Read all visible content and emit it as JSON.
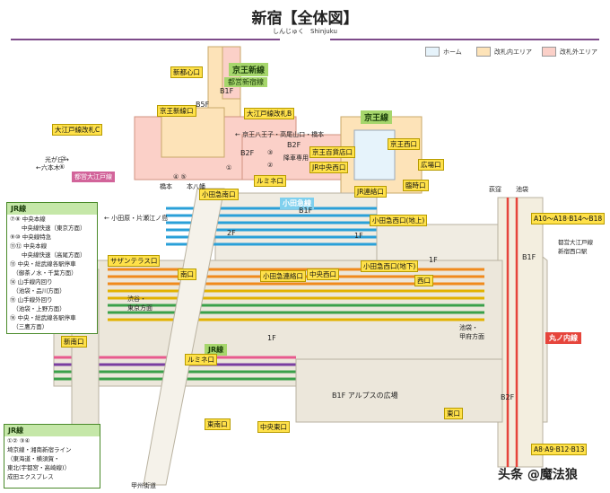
{
  "header": {
    "title": "新宿【全体図】",
    "subtitle": "しんじゅく　Shinjuku"
  },
  "legend": [
    {
      "label": "ホーム",
      "color": "#e6f3fb"
    },
    {
      "label": "改札内エリア",
      "color": "#fde3b8"
    },
    {
      "label": "改札外エリア",
      "color": "#fbd0c8"
    }
  ],
  "lines": {
    "keio_shin": "京王新線",
    "toei_shinjuku": "都営新宿線",
    "keio": "京王線",
    "odakyu": "小田急線",
    "jr": "JR線",
    "marunouchi": "丸ノ内線",
    "oedo": "都営大江戸線"
  },
  "gates": {
    "shintoshin": "新都心口",
    "keio_shin_gate": "京王新線口",
    "oedo_c": "大江戸線改札C",
    "oedo_b": "大江戸線改札B",
    "keio_depart": "京王百貨店口",
    "jr_chuo_nishi": "JR中央西口",
    "lumine": "ルミネ口",
    "keio_nishi": "京王西口",
    "hiroba": "広場口",
    "rinji": "臨時口",
    "jr_renraku": "JR連絡口",
    "odakyu_minami": "小田急南口",
    "odakyu_nishi_chijo": "小田急西口(地上)",
    "southern_terrace": "サザンテラス口",
    "minami": "南口",
    "chuo_nishi": "中央西口",
    "odakyu_renraku": "小田急連絡口",
    "odakyu_nishi_chika": "小田急西口(地下)",
    "nishi": "西口",
    "shin_minami": "新南口",
    "lumine2": "ルミネ口",
    "higashi_minami": "東南口",
    "chuo_higashi": "中央東口",
    "higashi": "東口",
    "exits_top": "A10～A18·B14～B18",
    "exits_bottom": "A8·A9·B12·B13"
  },
  "levels": {
    "b1f_a": "B1F",
    "b2f": "B2F",
    "b2f_left": "B2F",
    "b5f": "B5F",
    "b1f_mid": "B1F",
    "f1_ody": "1F",
    "f2": "2F",
    "f1_jr": "1F",
    "b1f_plaza": "B1F",
    "b1f_maru": "B1F",
    "b2f_maru": "B2F",
    "f1_ody2": "1F"
  },
  "texts": {
    "hikarigaoka": "光が丘→",
    "roppongi": "←六本木",
    "hashimoto": "橋本",
    "motohachiman": "本八幡",
    "keio_direction": "← 京王八王子・高尾山口・橋本",
    "kouka_only": "降車専用",
    "odawara": "← 小田原・片瀬江ノ島",
    "shibuya": "渋谷・\n東京方面",
    "ikebukuro": "池袋・\n甲府方面",
    "ogikubo": "荻窪",
    "ikebukuro2": "池袋",
    "oedo_transfer": "都営大江戸線\n新宿西口駅",
    "alps": "B1F アルプスの広場",
    "koshu": "甲州街道",
    "watermark": "头条 @魔法狼",
    "n1": "①",
    "n2": "②",
    "n3": "③",
    "n6": "⑥",
    "n7": "⑦",
    "n5": "⑤"
  },
  "jr_legend_main": {
    "title": "JR線",
    "rows": [
      "⑦⑧ 中央本線",
      "　　中央線快速（東京方面）",
      "⑨⑩ 中央線特急",
      "⑪⑫ 中央本線",
      "　　中央線快速（高尾方面）",
      "⑬ 中央・総武線各駅停車",
      "　（御茶ノ水・千葉方面）",
      "⑭ 山手線内回り",
      "　（池袋・品川方面）",
      "⑮ 山手線外回り",
      "　（池袋・上野方面）",
      "⑯ 中央・総武線各駅停車",
      "　（三鷹方面）"
    ]
  },
  "jr_legend_sub": {
    "title": "JR線",
    "rows": [
      "①② ③④",
      "埼京線・湘南新宿ライン",
      "（東海道・横須賀・",
      "東北(宇都宮・高崎線)）",
      "成田エクスプレス"
    ]
  }
}
